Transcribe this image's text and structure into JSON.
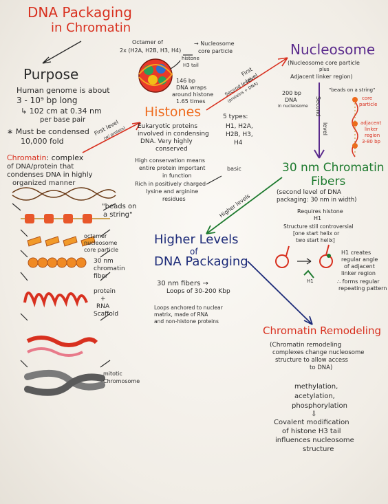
{
  "colors": {
    "red": "#d8301f",
    "orange": "#ee6a1c",
    "purple": "#5a2a8c",
    "green": "#1d7a2e",
    "navy": "#1c2a78",
    "dark": "#2a2a2a",
    "paper": "#f6f3ee"
  },
  "title": {
    "line1": "DNA Packaging",
    "line2": "in Chromatin"
  },
  "purpose": {
    "heading": "Purpose",
    "body1": "Human genome is about",
    "body2": "3 - 10⁹ bp long",
    "body3": "↳ 102 cm at 0.34 nm",
    "body4": "per base pair",
    "body5": "∗ Must be condensed",
    "body6": "10,000 fold"
  },
  "chromatin_def": {
    "term": "Chromatin",
    "line1": ": complex",
    "line2": "of DNA/protein that",
    "line3": "condenses DNA in highly",
    "line4": "organized manner"
  },
  "octamer": {
    "line1": "Octamer of",
    "line2": "2x (H2A, H2B, H3, H4)",
    "arrow": "→ Nucleosome",
    "arrow2": "core particle",
    "histone": "histone",
    "tail": "H3 tail"
  },
  "wrap": {
    "line1": "146 bp",
    "line2": "DNA wraps",
    "line3": "around histone",
    "line4": "1.65 times"
  },
  "histones": {
    "heading": "Histones",
    "desc1": "Eukaryotic proteins",
    "desc2": "involved in condensing",
    "desc3": "DNA. Very highly",
    "desc4": "conserved",
    "types1": "5 types:",
    "types2": "H1, H2A,",
    "types3": "H2B, H3,",
    "types4": "H4",
    "cons1": "High conservation means",
    "cons2": "entire protein important",
    "cons3": "in function",
    "basic": "basic",
    "rich1": "Rich in positively charged",
    "rich2": "lysine and arginine",
    "rich3": "residues"
  },
  "arrows": {
    "first_level": "First level",
    "first_level_sub": "(w/ protein)",
    "first_level2": "First",
    "first_level2b": "level",
    "second_level_arrow": "Second level",
    "proteins_dna": "(proteins + DNA)",
    "second": "Second",
    "level": "level",
    "higher_levels": "Higher levels",
    "basic": "basic"
  },
  "nucleosome": {
    "heading": "Nucleosome",
    "def1": "(Nucleosome core particle",
    "def2": "plus",
    "def3": "Adjacent linker region)",
    "bp1": "200 bp",
    "bp2": "DNA",
    "bp3": "in nucleosome",
    "beads": "\"beads on a string\"",
    "core1": "core",
    "core2": "particle",
    "linker1": "adjacent",
    "linker2": "linker",
    "linker3": "region",
    "linker4": "3-80 bp"
  },
  "fiber30": {
    "heading1": "30 nm Chromatin",
    "heading2": "Fibers",
    "def1": "(second level of DNA",
    "def2": "packaging: 30 nm in width)",
    "req1": "Requires histone",
    "req2": "H1",
    "str1": "Structure still controversial",
    "str2": "[one start helix or",
    "str3": "two start helix]",
    "h1_1": "H1 creates",
    "h1_2": "regular angle",
    "h1_3": "of adjacent",
    "h1_4": "linker region",
    "h1_5": "∴ forms regular",
    "h1_6": "repeating pattern",
    "h1_label": "H1"
  },
  "higher": {
    "heading1": "Higher Levels",
    "heading2": "of",
    "heading3": "DNA Packaging",
    "fib1": "30 nm fibers →",
    "fib2": "Loops of 30-200 Kbp",
    "loop1": "Loops anchored to nuclear",
    "loop2": "matrix, made of RNA",
    "loop3": "and non-histone proteins"
  },
  "remodel": {
    "heading": "Chromatin Remodeling",
    "def1": "(Chromatin remodeling",
    "def2": "complexes change nucleosome",
    "def3": "structure to allow access",
    "def4": "to DNA)",
    "m1": "methylation,",
    "m2": "acetylation,",
    "m3": "phosphorylation",
    "m4": "⇩",
    "m5": "Covalent modification",
    "m6": "of histone H3 tail",
    "m7": "influences nucleosome",
    "m8": "structure"
  },
  "left_column": {
    "beads1": "\"beads on",
    "beads2": "a string\"",
    "oct1": "octamer",
    "oct2": "nucleosome",
    "oct3": "core particle",
    "f1": "30 nm",
    "f2": "chromatin",
    "f3": "fiber",
    "p1": "protein",
    "p2": "+",
    "p3": "RNA",
    "p4": "Scaffold",
    "m1": "mitotic",
    "m2": "Chromosome"
  }
}
